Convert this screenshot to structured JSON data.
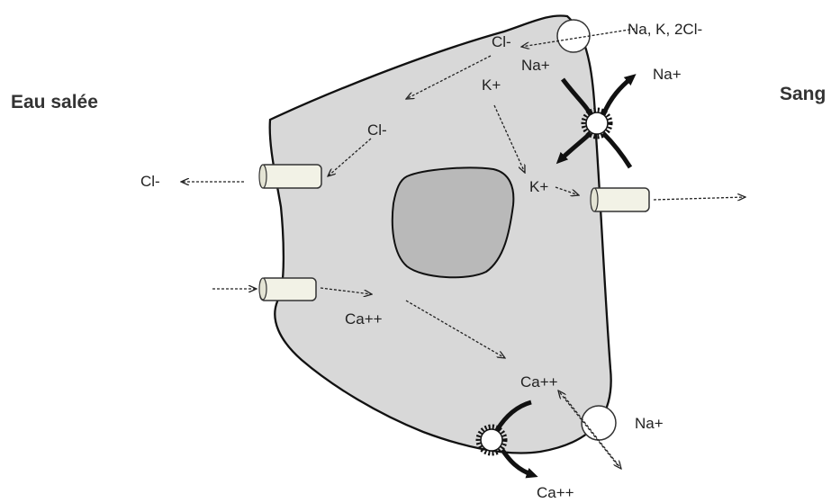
{
  "sides": {
    "left": "Eau salée",
    "right": "Sang"
  },
  "ions": {
    "cotransporter": "Na, K, 2Cl-",
    "cl_top": "Cl-",
    "na_in_pump": "Na+",
    "na_out_pump": "Na+",
    "k_top": "K+",
    "cl_mid": "Cl-",
    "cl_out": "Cl-",
    "k_channel": "K+",
    "ca_mid": "Ca++",
    "ca_exchanger": "Ca++",
    "na_exchanger": "Na+",
    "ca_bottom": "Ca++"
  },
  "colors": {
    "cell_fill": "#d8d8d8",
    "cell_stroke": "#111111",
    "nucleus_fill": "#b9b9b9",
    "channel_fill": "#f2f2e6",
    "pump_fill": "#ffffff"
  }
}
